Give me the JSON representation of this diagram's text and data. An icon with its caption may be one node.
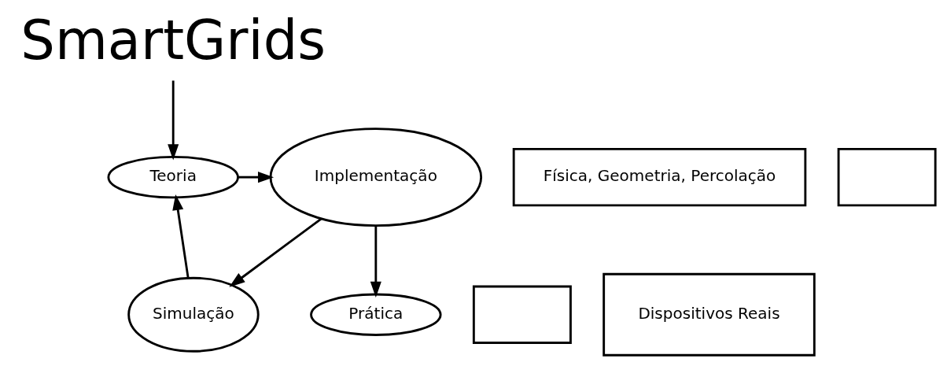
{
  "diagram": {
    "nodes": [
      {
        "text": [
          "SmartGrids"
        ]
      },
      {
        "text": [
          "Física, Geometria, Percolação"
        ]
      },
      {
        "text": [
          "Teoria"
        ]
      },
      {
        "text": [
          "Implementação"
        ]
      },
      {
        "text": [],
        "shape": "box"
      },
      {
        "text": [],
        "shape": "box"
      },
      {
        "text": [
          "Simulação"
        ]
      },
      {
        "text": [
          "Prática"
        ]
      },
      {
        "text": [
          "Dispositivos Reais"
        ]
      }
    ],
    "edges": [
      {
        "from": 0,
        "to": 2,
        "arrow": "to"
      },
      {
        "from": 2,
        "to": 3,
        "arrow": "to"
      },
      {
        "from": 3,
        "to": 6,
        "arrow": "to"
      },
      {
        "from": 6,
        "to": 2,
        "arrow": "to"
      },
      {
        "from": 3,
        "to": 7,
        "arrow": "to"
      }
    ]
  }
}
